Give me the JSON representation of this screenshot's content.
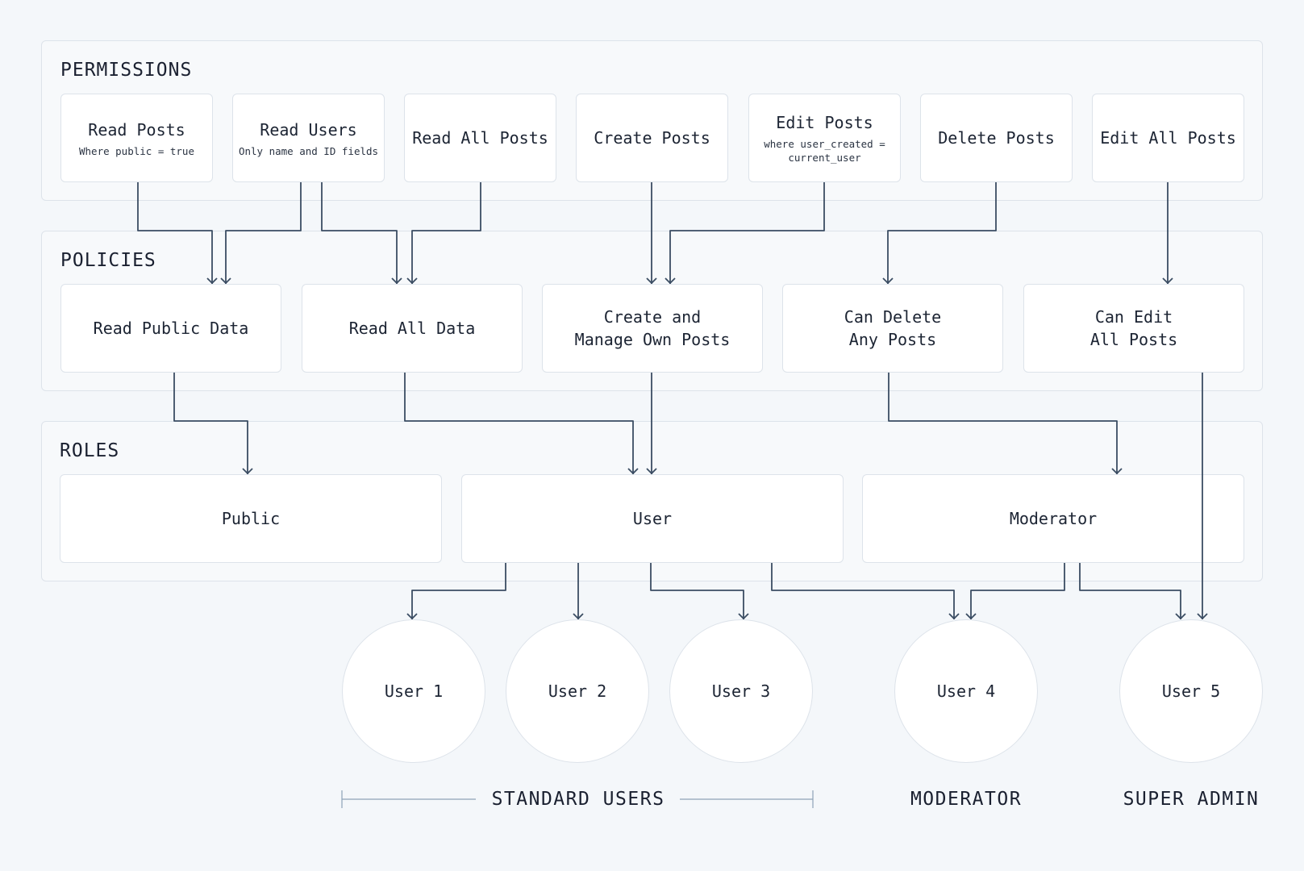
{
  "sections": {
    "permissions": "PERMISSIONS",
    "policies": "POLICIES",
    "roles": "ROLES"
  },
  "permissions": [
    {
      "title": "Read Posts",
      "subtitle": "Where public = true"
    },
    {
      "title": "Read Users",
      "subtitle": "Only name and ID fields"
    },
    {
      "title": "Read All Posts",
      "subtitle": ""
    },
    {
      "title": "Create Posts",
      "subtitle": ""
    },
    {
      "title": "Edit Posts",
      "subtitle": "where user_created =\ncurrent_user"
    },
    {
      "title": "Delete Posts",
      "subtitle": ""
    },
    {
      "title": "Edit All Posts",
      "subtitle": ""
    }
  ],
  "policies": [
    {
      "title": "Read Public Data"
    },
    {
      "title": "Read All Data"
    },
    {
      "title": "Create and\nManage Own Posts"
    },
    {
      "title": "Can Delete\nAny Posts"
    },
    {
      "title": "Can Edit\nAll Posts"
    }
  ],
  "roles": [
    {
      "title": "Public"
    },
    {
      "title": "User"
    },
    {
      "title": "Moderator"
    }
  ],
  "users": [
    "User 1",
    "User 2",
    "User 3",
    "User 4",
    "User 5"
  ],
  "groups": {
    "standard": "STANDARD USERS",
    "moderator": "MODERATOR",
    "super_admin": "SUPER ADMIN"
  },
  "colors": {
    "edge": "#3b4d63",
    "panel_border": "#dde3ea",
    "background": "#f4f7fa"
  }
}
